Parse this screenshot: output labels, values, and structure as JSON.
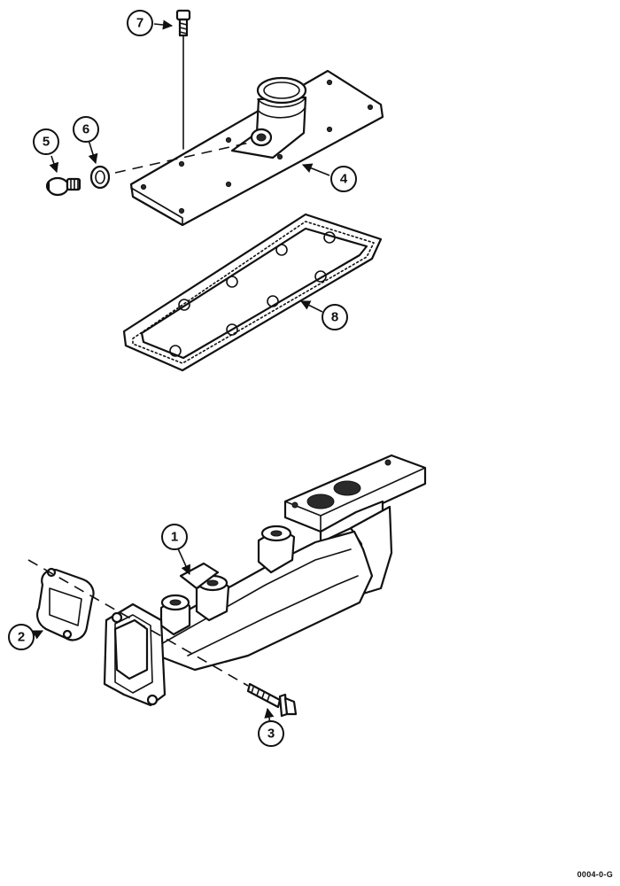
{
  "callouts": {
    "c1": "1",
    "c2": "2",
    "c3": "3",
    "c4": "4",
    "c5": "5",
    "c6": "6",
    "c7": "7",
    "c8": "8"
  },
  "figure_code": "0004-0-G"
}
